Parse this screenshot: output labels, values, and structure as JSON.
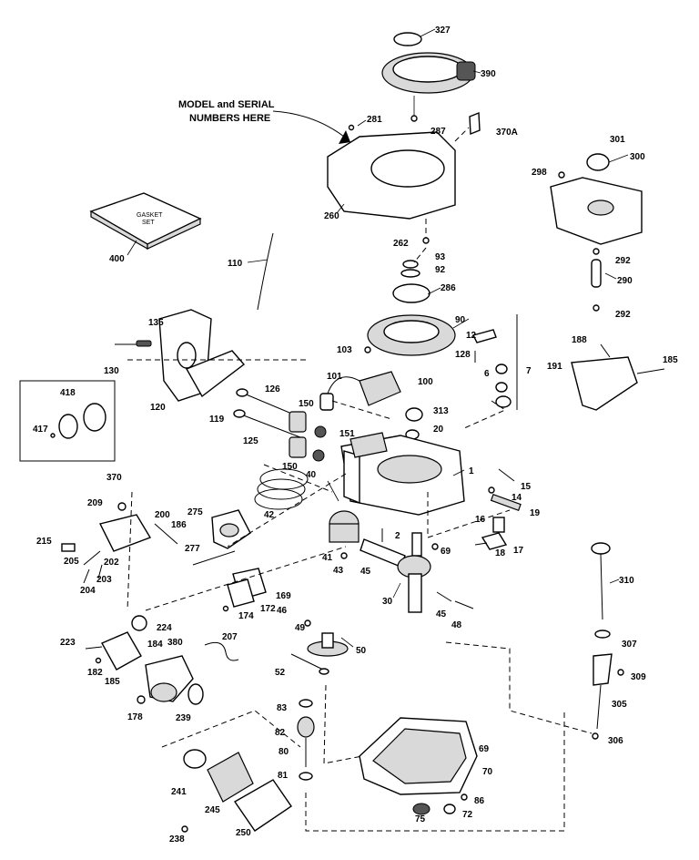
{
  "annotation": {
    "line1": "MODEL and SERIAL",
    "line2": "NUMBERS HERE"
  },
  "gasket_set": {
    "line1": "GASKET",
    "line2": "SET"
  },
  "labels": {
    "p327": "327",
    "p390": "390",
    "p287": "287",
    "p281": "281",
    "p370A": "370A",
    "p260": "260",
    "p262": "262",
    "p400": "400",
    "p301": "301",
    "p300": "300",
    "p298": "298",
    "p292a": "292",
    "p290": "290",
    "p292b": "292",
    "p110": "110",
    "p93": "93",
    "p92": "92",
    "p286": "286",
    "p90": "90",
    "p12": "12",
    "p128": "128",
    "p7": "7",
    "p6": "6",
    "p135": "135",
    "p130": "130",
    "p120": "120",
    "p119": "119",
    "p103": "103",
    "p101": "101",
    "p100": "100",
    "p126": "126",
    "p150a": "150",
    "p151": "151",
    "p125": "125",
    "p150b": "150",
    "p313": "313",
    "p20": "20",
    "p188": "188",
    "p191": "191",
    "p185": "185",
    "p418": "418",
    "p417": "417",
    "p1": "1",
    "p40": "40",
    "p42": "42",
    "p370": "370",
    "p15": "15",
    "p14": "14",
    "p19": "19",
    "p16": "16",
    "p17": "17",
    "p18": "18",
    "p209": "209",
    "p200": "200",
    "p186": "186",
    "p275": "275",
    "p215": "215",
    "p205": "205",
    "p202": "202",
    "p203": "203",
    "p204": "204",
    "p277": "277",
    "p41": "41",
    "p43": "43",
    "p2": "2",
    "p45a": "45",
    "p69a": "69",
    "p310": "310",
    "p169": "169",
    "p172": "172",
    "p174": "174",
    "p30": "30",
    "p46": "46",
    "p45b": "45",
    "p48": "48",
    "p224": "224",
    "p49": "49",
    "p223": "223",
    "p184": "184",
    "p380": "380",
    "p207": "207",
    "p50": "50",
    "p307": "307",
    "p182": "182",
    "p185b": "185",
    "p52": "52",
    "p309": "309",
    "p178": "178",
    "p239": "239",
    "p83": "83",
    "p305": "305",
    "p82": "82",
    "p69b": "69",
    "p80": "80",
    "p306": "306",
    "p70": "70",
    "p241": "241",
    "p81": "81",
    "p245": "245",
    "p86": "86",
    "p75": "75",
    "p72": "72",
    "p238": "238",
    "p250": "250"
  }
}
